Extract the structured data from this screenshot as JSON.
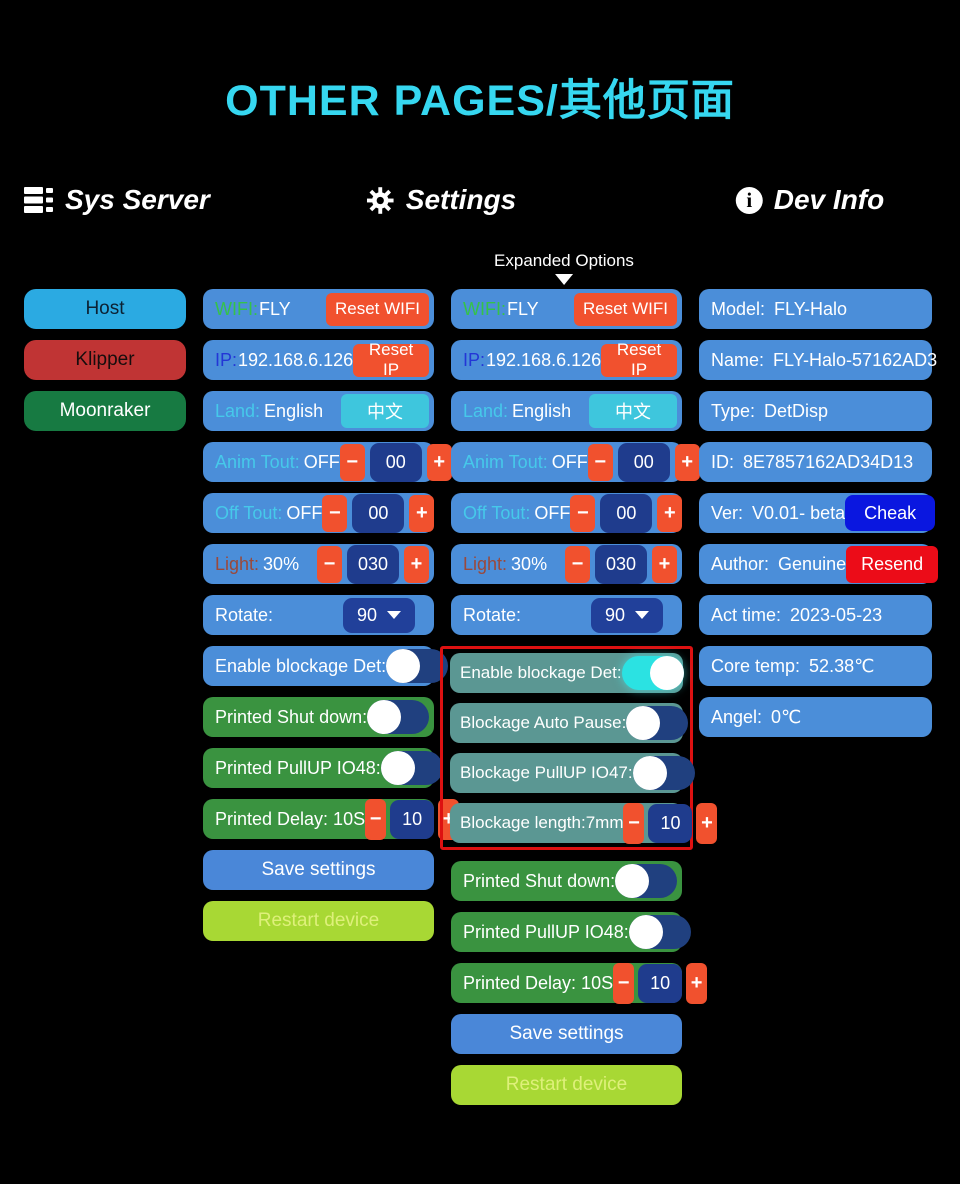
{
  "title": "OTHER PAGES/其他页面",
  "headers": {
    "sys_server": "Sys Server",
    "settings": "Settings",
    "dev_info": "Dev Info"
  },
  "expanded_options_label": "Expanded Options",
  "glyphs": {
    "minus": "−",
    "plus": "+"
  },
  "sys_server": {
    "host": "Host",
    "klipper": "Klipper",
    "moonraker": "Moonraker"
  },
  "settings_main": {
    "wifi": {
      "label": "WIFI:",
      "value": "FLY",
      "button": "Reset WIFI"
    },
    "ip": {
      "label": "IP:",
      "value": "192.168.6.126",
      "button": "Reset IP"
    },
    "land": {
      "label": "Land:",
      "value": "English",
      "button": "中文"
    },
    "anim_tout": {
      "label": "Anim Tout:",
      "value": "OFF",
      "count": "00"
    },
    "off_tout": {
      "label": "Off Tout:",
      "value": "OFF",
      "count": "00"
    },
    "light": {
      "label": "Light:",
      "value": "30%",
      "count": "030"
    },
    "rotate": {
      "label": "Rotate:",
      "value": "90"
    },
    "enable_blockage": {
      "label": "Enable blockage Det:",
      "state": "off"
    },
    "printed_shutdown": {
      "label": "Printed Shut down:",
      "state": "off"
    },
    "printed_pullup": {
      "label": "Printed PullUP IO48:",
      "state": "off"
    },
    "printed_delay": {
      "label": "Printed Delay: 10S",
      "count": "10"
    },
    "save_button": "Save settings",
    "restart_button": "Restart device"
  },
  "settings_expanded": {
    "wifi": {
      "label": "WIFI:",
      "value": "FLY",
      "button": "Reset WIFI"
    },
    "ip": {
      "label": "IP:",
      "value": "192.168.6.126",
      "button": "Reset IP"
    },
    "land": {
      "label": "Land:",
      "value": "English",
      "button": "中文"
    },
    "anim_tout": {
      "label": "Anim Tout:",
      "value": "OFF",
      "count": "00"
    },
    "off_tout": {
      "label": "Off Tout:",
      "value": "OFF",
      "count": "00"
    },
    "light": {
      "label": "Light:",
      "value": "30%",
      "count": "030"
    },
    "rotate": {
      "label": "Rotate:",
      "value": "90"
    },
    "blockage_group": {
      "enable_blockage": {
        "label": "Enable blockage Det:",
        "state": "on"
      },
      "auto_pause": {
        "label": "Blockage Auto Pause:",
        "state": "off"
      },
      "pullup": {
        "label": "Blockage PullUP IO47:",
        "state": "off"
      },
      "length": {
        "label": "Blockage length:7mm",
        "count": "10"
      }
    },
    "printed_shutdown": {
      "label": "Printed Shut down:",
      "state": "off"
    },
    "printed_pullup": {
      "label": "Printed PullUP IO48:",
      "state": "off"
    },
    "printed_delay": {
      "label": "Printed Delay: 10S",
      "count": "10"
    },
    "save_button": "Save settings",
    "restart_button": "Restart device"
  },
  "dev_info": {
    "rows": [
      {
        "label": "Model:",
        "value": "FLY-Halo"
      },
      {
        "label": "Name:",
        "value": "FLY-Halo-57162AD3"
      },
      {
        "label": "Type:",
        "value": "DetDisp"
      },
      {
        "label": "ID:",
        "value": "8E7857162AD34D13"
      },
      {
        "label": "Ver:",
        "value": "V0.01- beta",
        "button": "Cheak"
      },
      {
        "label": "Author:",
        "value": "Genuine",
        "button": "Resend"
      },
      {
        "label": "Act time:",
        "value": "2023-05-23"
      },
      {
        "label": "Core temp:",
        "value": "52.38℃"
      },
      {
        "label": "Angel:",
        "value": "0℃"
      }
    ]
  },
  "colors": {
    "title_accent": "#36d7f0",
    "row_blue": "#4b8ed9",
    "row_green": "#3a9340",
    "row_teal": "#5b9793",
    "reset_button": "#f1512e",
    "stepper_value_bg": "#1f3c8d",
    "toggle_on": "#2be2e2",
    "toggle_off_track": "#20407f",
    "highlight_border": "#dd1111",
    "zh_button": "#3ec6dd",
    "save_button": "#4a87d8",
    "restart_button": "#a8d834",
    "host_button": "#2baae2",
    "klipper_button": "#c03434",
    "moonraker_button": "#177a42",
    "cheak_button": "#0a17e0",
    "resend_button": "#ec0c18"
  }
}
